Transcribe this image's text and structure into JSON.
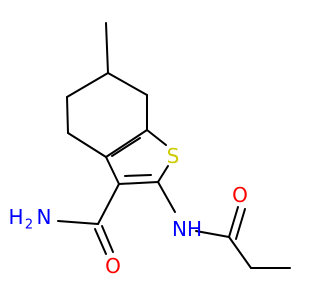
{
  "molecule": {
    "atom_labels": {
      "sulfur": "S",
      "amide_nitrogen": "NH",
      "amide_oxygen": "O",
      "carboxamide_oxygen": "O",
      "carboxamide_nitrogen": "H",
      "carboxamide_nitrogen_subscript": "2",
      "carboxamide_nitrogen_symbol": "N"
    },
    "colors": {
      "bond": "#000000",
      "nitrogen": "#0000ff",
      "oxygen": "#ff0000",
      "sulfur": "#cccc00"
    }
  }
}
